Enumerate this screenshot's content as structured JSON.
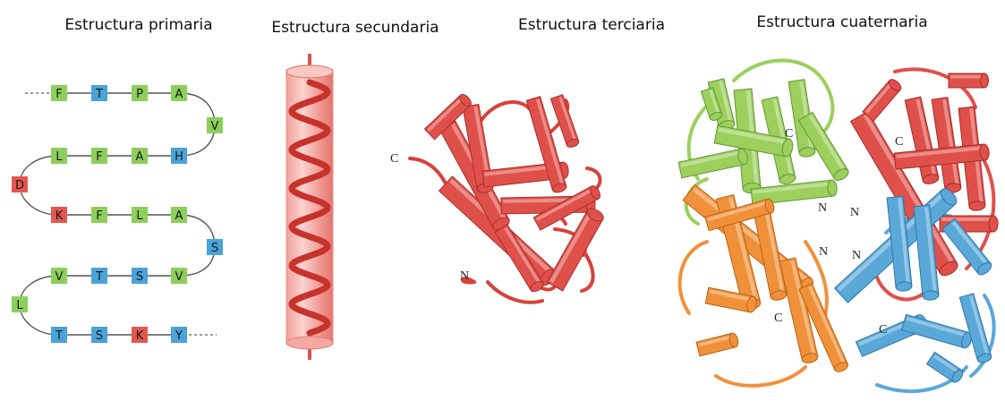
{
  "titles": {
    "primary": "Estructura primaria",
    "secondary": "Estructura secundaria",
    "tertiary": "Estructura terciaria",
    "quaternary": "Estructura cuaternaria"
  },
  "residue_colors": {
    "green": "#8ccf5a",
    "blue": "#4aa3d9",
    "red": "#e2574f"
  },
  "primary_sequence": {
    "row1": [
      {
        "aa": "F",
        "color": "green"
      },
      {
        "aa": "T",
        "color": "blue"
      },
      {
        "aa": "P",
        "color": "green"
      },
      {
        "aa": "A",
        "color": "green"
      }
    ],
    "turn1": {
      "aa": "V",
      "color": "green"
    },
    "row2": [
      {
        "aa": "L",
        "color": "green"
      },
      {
        "aa": "F",
        "color": "green"
      },
      {
        "aa": "A",
        "color": "green"
      },
      {
        "aa": "H",
        "color": "blue"
      }
    ],
    "turn2": {
      "aa": "D",
      "color": "red"
    },
    "row3": [
      {
        "aa": "K",
        "color": "red"
      },
      {
        "aa": "F",
        "color": "green"
      },
      {
        "aa": "L",
        "color": "green"
      },
      {
        "aa": "A",
        "color": "green"
      }
    ],
    "turn3": {
      "aa": "S",
      "color": "blue"
    },
    "row4": [
      {
        "aa": "V",
        "color": "green"
      },
      {
        "aa": "T",
        "color": "blue"
      },
      {
        "aa": "S",
        "color": "blue"
      },
      {
        "aa": "V",
        "color": "green"
      }
    ],
    "turn4": {
      "aa": "L",
      "color": "green"
    },
    "row5": [
      {
        "aa": "T",
        "color": "blue"
      },
      {
        "aa": "S",
        "color": "blue"
      },
      {
        "aa": "K",
        "color": "red"
      },
      {
        "aa": "Y",
        "color": "blue"
      }
    ]
  },
  "tertiary_labels": {
    "c_terminus": "C",
    "n_terminus": "N"
  },
  "quaternary_labels": {
    "c1": "C",
    "c2": "C",
    "c3": "C",
    "c4": "C",
    "n1": "N",
    "n2": "N",
    "n3": "N",
    "n4": "N"
  },
  "subunit_colors": {
    "green": "#9ccf5c",
    "red": "#e0504a",
    "orange": "#f0913a",
    "blue": "#5aa8d8"
  }
}
